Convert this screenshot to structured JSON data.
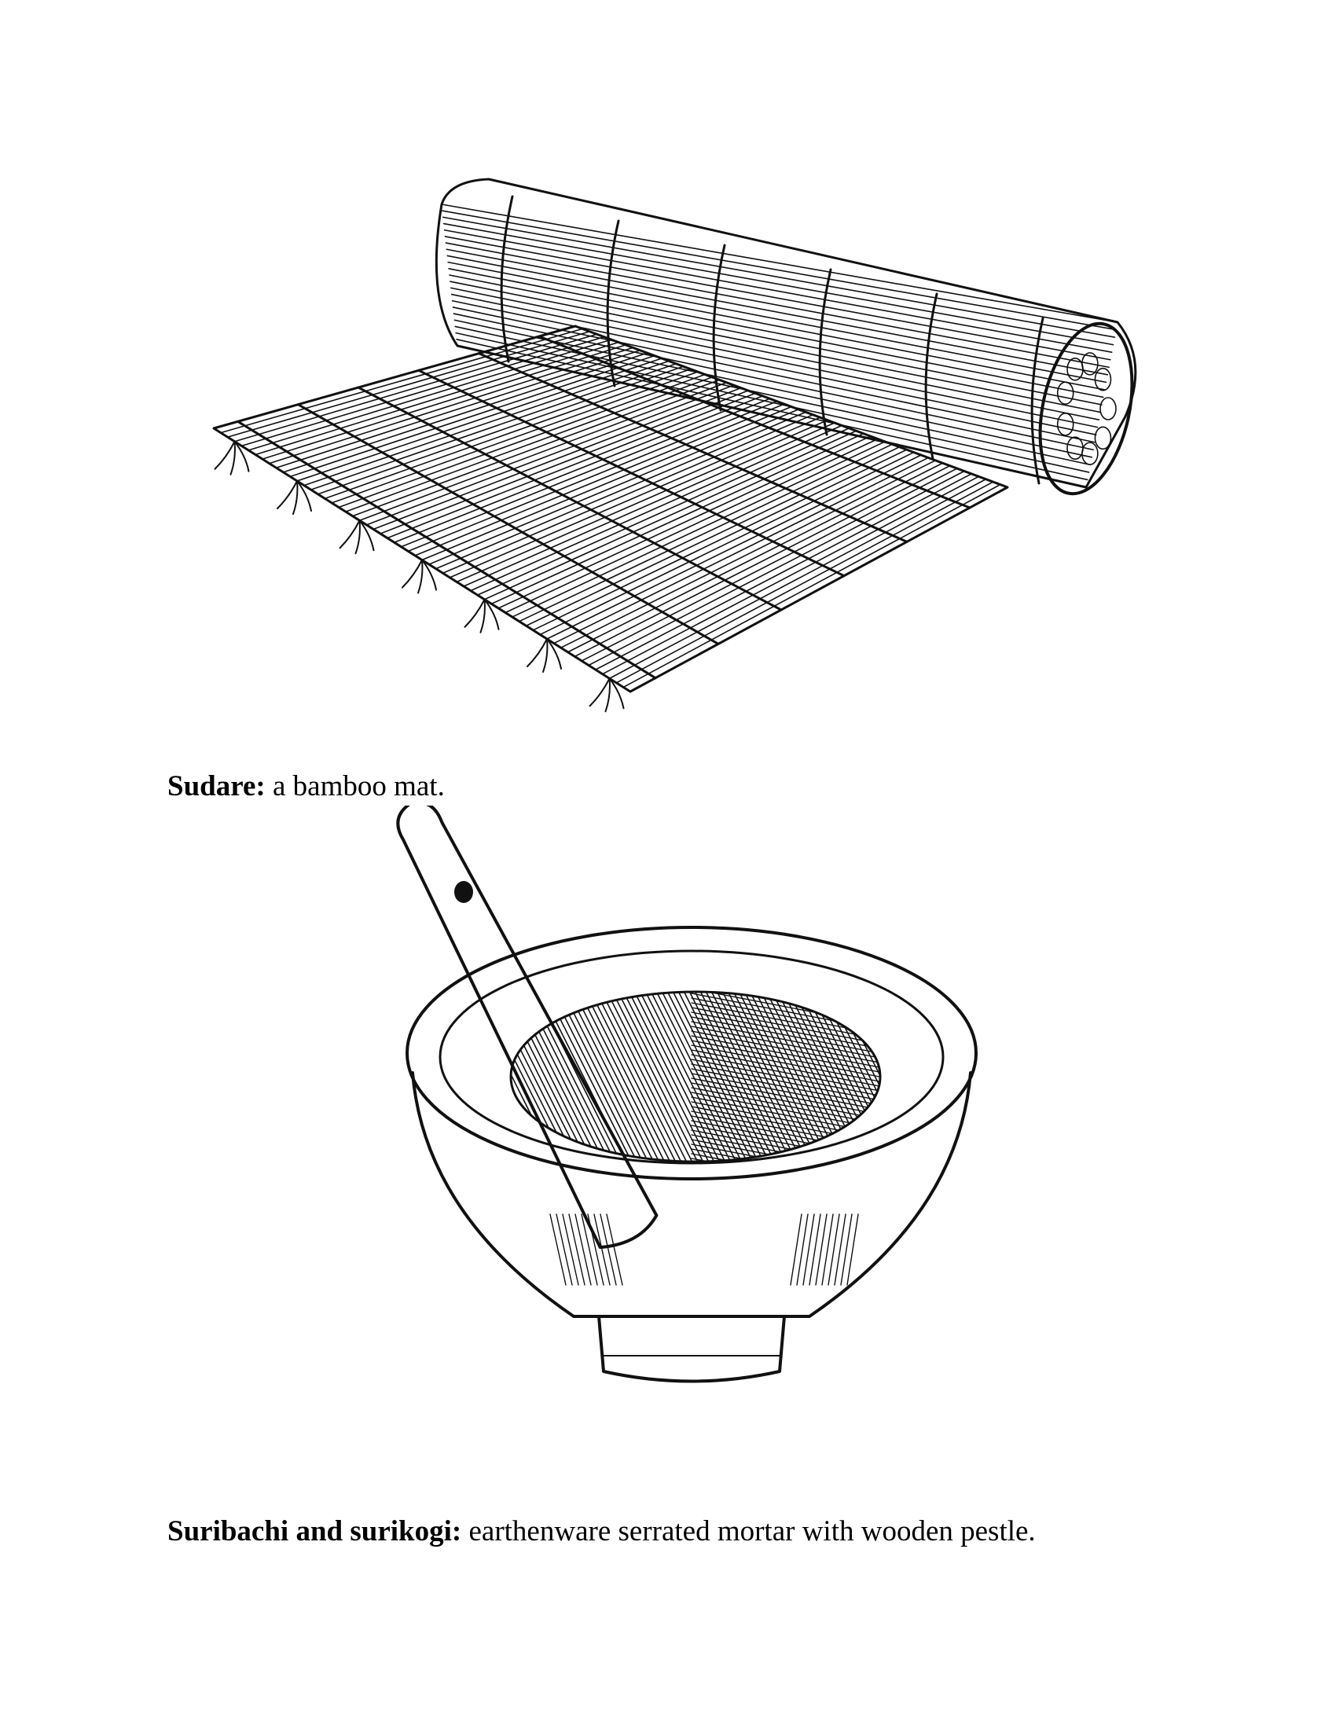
{
  "figures": [
    {
      "illustration": "bamboo-mat-illustration",
      "term": "Sudare:",
      "description": " a bamboo mat."
    },
    {
      "illustration": "mortar-and-pestle-illustration",
      "term": "Suribachi and surikogi:",
      "description": " earthenware serrated mortar with wooden pestle."
    }
  ],
  "colors": {
    "ink": "#111111",
    "paper": "#ffffff"
  }
}
